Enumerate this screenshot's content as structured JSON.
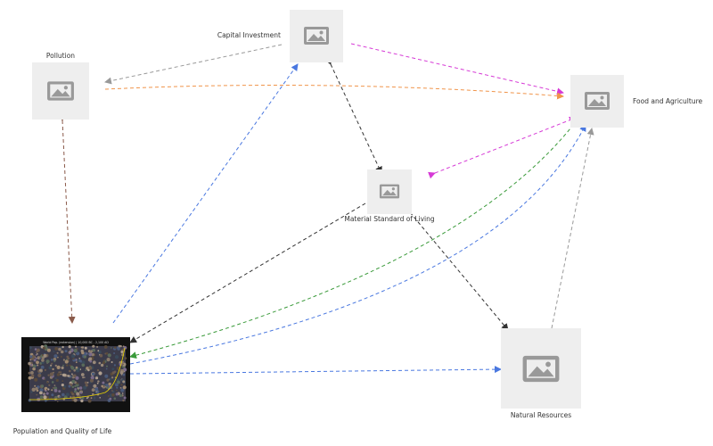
{
  "nodes": {
    "capital_investment": {
      "label": "Capital Investment",
      "image": "image-placeholder-icon"
    },
    "pollution": {
      "label": "Pollution",
      "image": "image-placeholder-icon"
    },
    "food_and_agriculture": {
      "label": "Food and Agriculture",
      "image": "image-placeholder-icon"
    },
    "material_standard_of_living": {
      "label": "Material Standard of Living",
      "image": "image-placeholder-icon"
    },
    "natural_resources": {
      "label": "Natural Resources",
      "image": "image-placeholder-icon"
    },
    "population_and_quality_of_life": {
      "label": "Population and Quality of Life",
      "image": "world-population-crowd-chart",
      "chart_title": "World Pop. (extension) | 10,000 BC - 2,100 AD"
    }
  },
  "edge_colors": {
    "gray": "#999999",
    "magenta": "#d63ad6",
    "orange": "#f0944a",
    "blue": "#4a78e0",
    "black": "#333333",
    "brown": "#8a5a4a",
    "green": "#3a9a3a"
  }
}
